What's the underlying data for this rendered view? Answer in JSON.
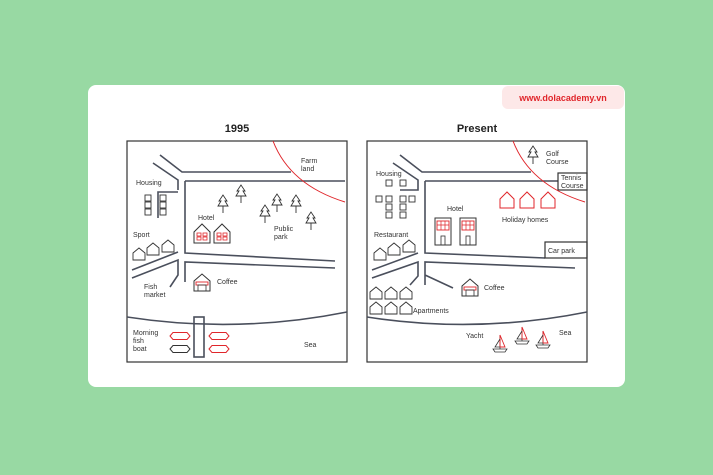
{
  "watermark": "www.dolacademy.vn",
  "colors": {
    "background": "#98d9a3",
    "accent": "#e0262b",
    "line": "#4a4f5c"
  },
  "map_1995": {
    "title": "1995",
    "labels": {
      "housing": "Housing",
      "sport": "Sport",
      "fish": "Fish",
      "market": "market",
      "hotel": "Hotel",
      "public": "Public",
      "park": "park",
      "farm": "Farm",
      "land": "land",
      "coffee": "Coffee",
      "morning": "Morning",
      "fish2": "fish",
      "boat": "boat",
      "sea": "Sea"
    }
  },
  "map_present": {
    "title": "Present",
    "labels": {
      "golf": "Golf",
      "course": "Course",
      "tennis": "Tennis",
      "course2": "Course",
      "housing": "Housing",
      "hotel": "Hotel",
      "holiday_homes": "Holiday homes",
      "restaurant": "Restaurant",
      "car_park": "Car park",
      "coffee": "Coffee",
      "apartments": "Apartments",
      "yacht": "Yacht",
      "sea": "Sea"
    }
  }
}
